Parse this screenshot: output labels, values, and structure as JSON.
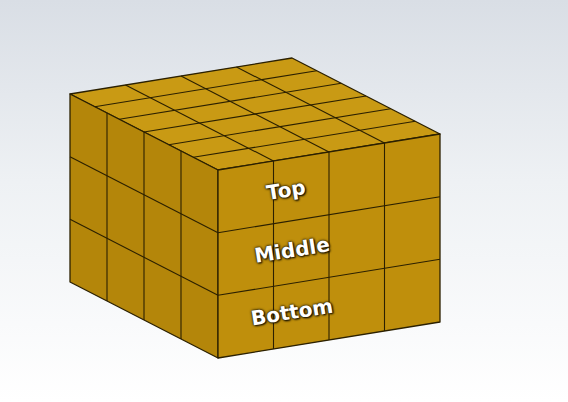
{
  "diagram": {
    "labels": [
      "Top",
      "Middle",
      "Bottom"
    ]
  }
}
